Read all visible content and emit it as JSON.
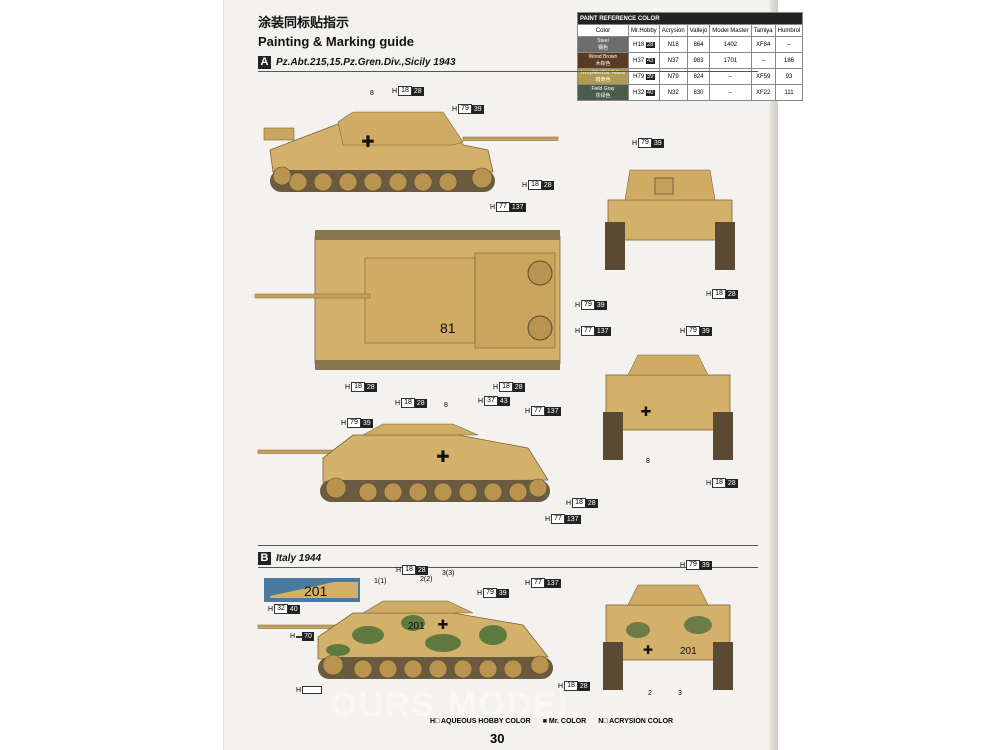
{
  "title_cn": "涂装同标贴指示",
  "title_en": "Painting & Marking guide",
  "section_a": {
    "letter": "A",
    "caption": "Pz.Abt.215,15.Pz.Gren.Div.,Sicily 1943"
  },
  "section_b": {
    "letter": "B",
    "caption": "Italy 1944"
  },
  "paint_table": {
    "title": "PAINT REFERENCE COLOR",
    "headers": [
      "Color",
      "Mr.Hobby",
      "Acrysion",
      "Vallejo",
      "Model Master",
      "Tamiya",
      "Humbrol"
    ],
    "rows": [
      {
        "name": "Steel",
        "name_cn": "钢色",
        "swatch": "#6d6d6d",
        "h_a": "18",
        "h_b": "28",
        "n": "18",
        "vallejo": "864",
        "mm": "1402",
        "tamiya": "XF84",
        "humbrol": "–"
      },
      {
        "name": "Wood Brown",
        "name_cn": "木棕色",
        "swatch": "#5a3a22",
        "h_a": "37",
        "h_b": "43",
        "n": "37",
        "vallejo": "983",
        "mm": "1701",
        "tamiya": "–",
        "humbrol": "186"
      },
      {
        "name": "Ivory/MetOld Yellow",
        "name_cn": "暗黄色",
        "swatch": "#b09a55",
        "h_a": "79",
        "h_b": "39",
        "n": "79",
        "vallejo": "824",
        "mm": "–",
        "tamiya": "XF59",
        "humbrol": "93"
      },
      {
        "name": "Field Gray",
        "name_cn": "灰绿色",
        "swatch": "#4c5c4a",
        "h_a": "32",
        "h_b": "40",
        "n": "32",
        "vallejo": "830",
        "mm": "–",
        "tamiya": "XF22",
        "humbrol": "111"
      }
    ]
  },
  "callouts": {
    "c1": {
      "h": "H",
      "a": "18",
      "b": "28"
    },
    "c2": {
      "h": "H",
      "a": "79",
      "b": "39"
    },
    "c3": {
      "h": "H",
      "a": "18",
      "b": "28"
    },
    "c4": {
      "h": "H",
      "a": "77",
      "b": "137"
    },
    "c5": {
      "h": "H",
      "a": "79",
      "b": "39"
    },
    "c6": {
      "h": "H",
      "a": "18",
      "b": "28"
    },
    "c7": {
      "h": "H",
      "a": "79",
      "b": "39"
    },
    "c8": {
      "h": "H",
      "a": "77",
      "b": "137"
    },
    "c9": {
      "h": "H",
      "a": "18",
      "b": "28"
    },
    "c10": {
      "h": "H",
      "a": "37",
      "b": "43"
    },
    "c11": {
      "h": "H",
      "a": "18",
      "b": "28"
    },
    "c12": {
      "h": "H",
      "a": "79",
      "b": "39"
    },
    "c13": {
      "h": "H",
      "a": "18",
      "b": "28"
    },
    "c14": {
      "h": "H",
      "a": "79",
      "b": "39"
    },
    "c15": {
      "h": "H",
      "a": "77",
      "b": "137"
    },
    "c16": {
      "h": "H",
      "a": "18",
      "b": "28"
    },
    "c17": {
      "h": "H",
      "a": "77",
      "b": "137"
    },
    "c18": {
      "h": "H",
      "a": "18",
      "b": "28"
    },
    "c19": {
      "h": "H",
      "a": "18",
      "b": "28"
    },
    "c20": {
      "h": "H",
      "a": "79",
      "b": "39"
    },
    "c21": {
      "h": "H",
      "a": "77",
      "b": "137"
    },
    "c22": {
      "h": "H",
      "a": "32",
      "b": "40"
    },
    "c23": {
      "h": "H",
      "a": "",
      "b": "70"
    },
    "c24": {
      "h": "H",
      "a": "18",
      "b": "28"
    },
    "c25": {
      "h": "H",
      "a": "79",
      "b": "39"
    },
    "c26": {
      "h": "H",
      "a": "",
      "b": ""
    }
  },
  "labels": {
    "n8a": "8",
    "n8b": "8",
    "n8c": "8",
    "b1": "1(1)",
    "b2": "2(2)",
    "b3": "3(3)",
    "b2b": "2",
    "b3b": "3"
  },
  "markings": {
    "hull_number": "201",
    "turret_number": "81",
    "cross": "✚"
  },
  "legend": {
    "h": "H□ AQUEOUS HOBBY COLOR",
    "m": "■ Mr. COLOR",
    "n": "N□ ACRYSION COLOR"
  },
  "page_number": "30",
  "watermark": "OURS MODEL",
  "colors": {
    "dunkelgelb": "#d4b16b",
    "dunkelgelb_shade": "#b8944f",
    "track": "#6a5a40",
    "camo_green": "#5f7a3e",
    "camo_brown": "#8a6a3f"
  }
}
